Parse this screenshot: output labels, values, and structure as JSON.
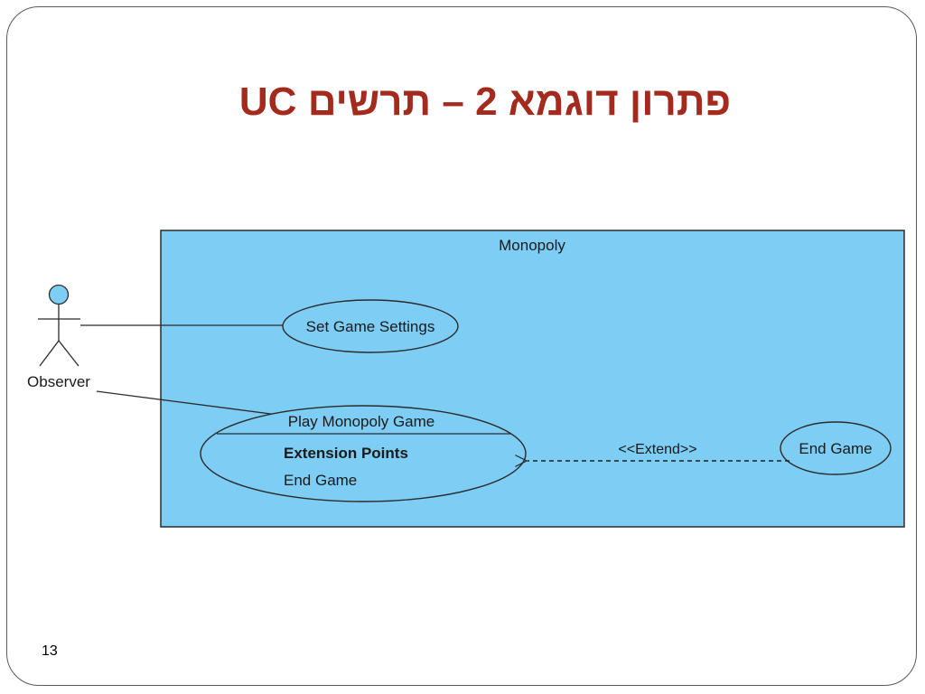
{
  "slide": {
    "title": "פתרון דוגמא 2 – תרשים UC",
    "page_number": "13"
  },
  "diagram": {
    "system_name": "Monopoly",
    "actor": {
      "name": "Observer"
    },
    "use_cases": {
      "set_game_settings": "Set Game Settings",
      "play_monopoly_game": {
        "name": "Play Monopoly Game",
        "extension_points_header": "Extension Points",
        "extension_point": "End Game"
      },
      "end_game": "End Game"
    },
    "relationships": {
      "extend_label": "<<Extend>>"
    },
    "colors": {
      "system_fill": "#7dcdf4",
      "actor_head": "#7dcdf4",
      "title": "#a52a1e"
    }
  }
}
